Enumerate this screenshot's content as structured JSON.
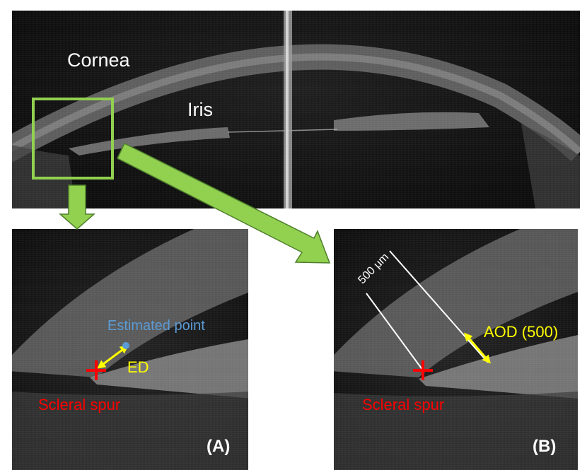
{
  "labels": {
    "cornea": "Cornea",
    "iris": "Iris",
    "estimated_point": "Estimated point",
    "ed": "ED",
    "scleral_spur": "Scleral spur",
    "aod": "AOD (500)",
    "scale": "500 μm",
    "panel_a": "(A)",
    "panel_b": "(B)"
  },
  "colors": {
    "highlight_box": "#92d050",
    "arrow_fill": "#92d050",
    "arrow_stroke": "#4e7f2a",
    "marker": "#ff0000",
    "estimated_point": "#5b9bd5",
    "measurement": "#ffff00",
    "scale_line": "#ffffff"
  }
}
